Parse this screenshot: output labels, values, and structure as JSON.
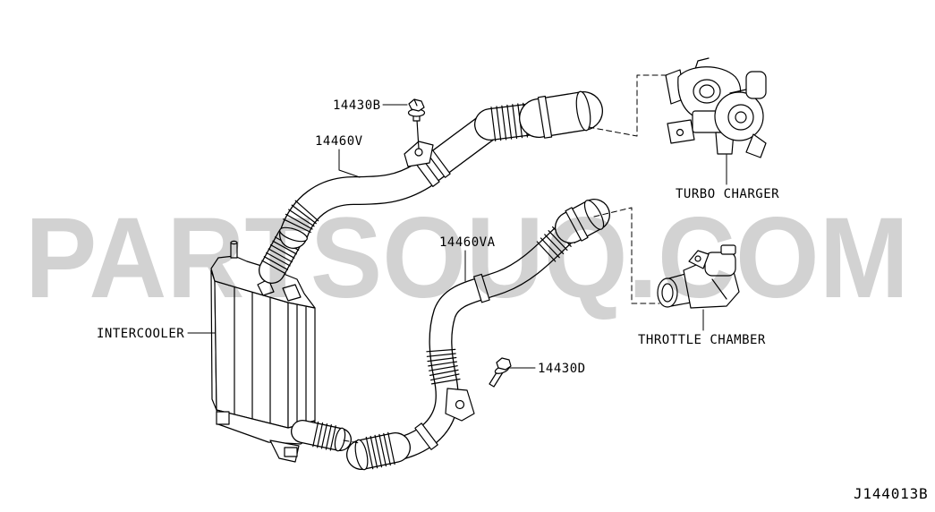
{
  "diagram": {
    "watermark": "PARTSOUQ.COM",
    "figure_code": "J144013B",
    "part_callouts": {
      "nut_upper": "14430B",
      "hose_upper": "14460V",
      "hose_lower": "14460VA",
      "bolt_lower": "14430D"
    },
    "component_labels": {
      "turbocharger": "TURBO CHARGER",
      "throttle_chamber": "THROTTLE CHAMBER",
      "intercooler": "INTERCOOLER"
    }
  },
  "colors": {
    "background": "#ffffff",
    "line": "#000000",
    "watermark": "#d2d2d2"
  }
}
